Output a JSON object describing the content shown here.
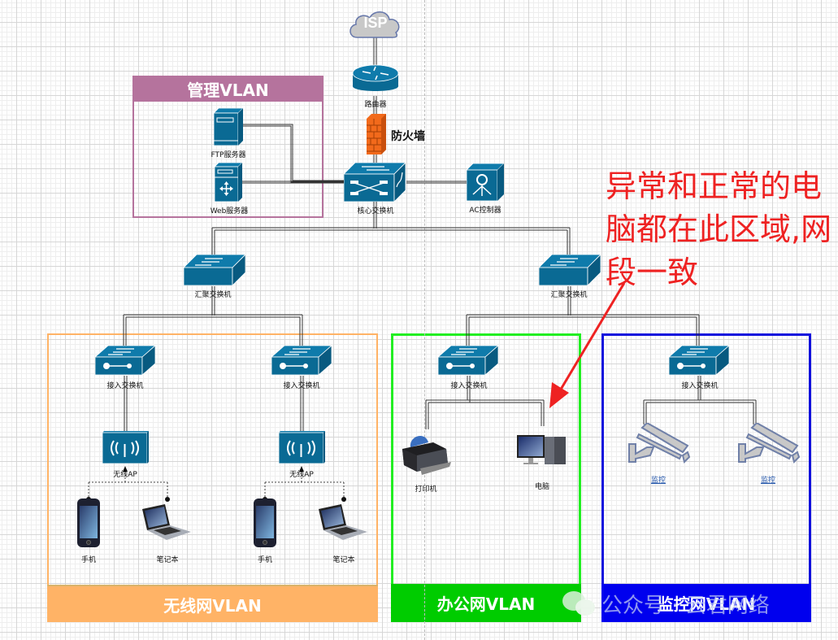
{
  "internet": {
    "label": "ISP"
  },
  "router": {
    "label": "路由器"
  },
  "firewall": {
    "label": "防火墙"
  },
  "core_switch": {
    "label": "核心交换机"
  },
  "ac_controller": {
    "label": "AC控制器"
  },
  "management_vlan": {
    "title": "管理VLAN",
    "color": "#b5739d",
    "servers": [
      {
        "label": "FTP服务器"
      },
      {
        "label": "Web服务器"
      }
    ]
  },
  "aggregation_switches": [
    {
      "label": "汇聚交换机"
    },
    {
      "label": "汇聚交换机"
    }
  ],
  "wireless_vlan": {
    "title": "无线网VLAN",
    "color": "#ffb366",
    "branches": [
      {
        "access_switch": "接入交换机",
        "ap": "无线AP",
        "devices": [
          {
            "label": "手机"
          },
          {
            "label": "笔记本"
          }
        ]
      },
      {
        "access_switch": "接入交换机",
        "ap": "无线AP",
        "devices": [
          {
            "label": "手机"
          },
          {
            "label": "笔记本"
          }
        ]
      }
    ]
  },
  "office_vlan": {
    "title": "办公网VLAN",
    "color": "#00cc00",
    "access_switch": "接入交换机",
    "devices": [
      {
        "label": "打印机"
      },
      {
        "label": "电脑"
      }
    ]
  },
  "surveillance_vlan": {
    "title": "监控网VLAN",
    "color": "#0000ee",
    "access_switch": "接入交换机",
    "devices": [
      {
        "label": "监控"
      },
      {
        "label": "监控"
      }
    ]
  },
  "annotation": {
    "text": "异常和正常的电脑都在此区域,网段一致",
    "color": "#ee2222"
  },
  "watermark": {
    "text": "公众号 · 云君网络"
  }
}
